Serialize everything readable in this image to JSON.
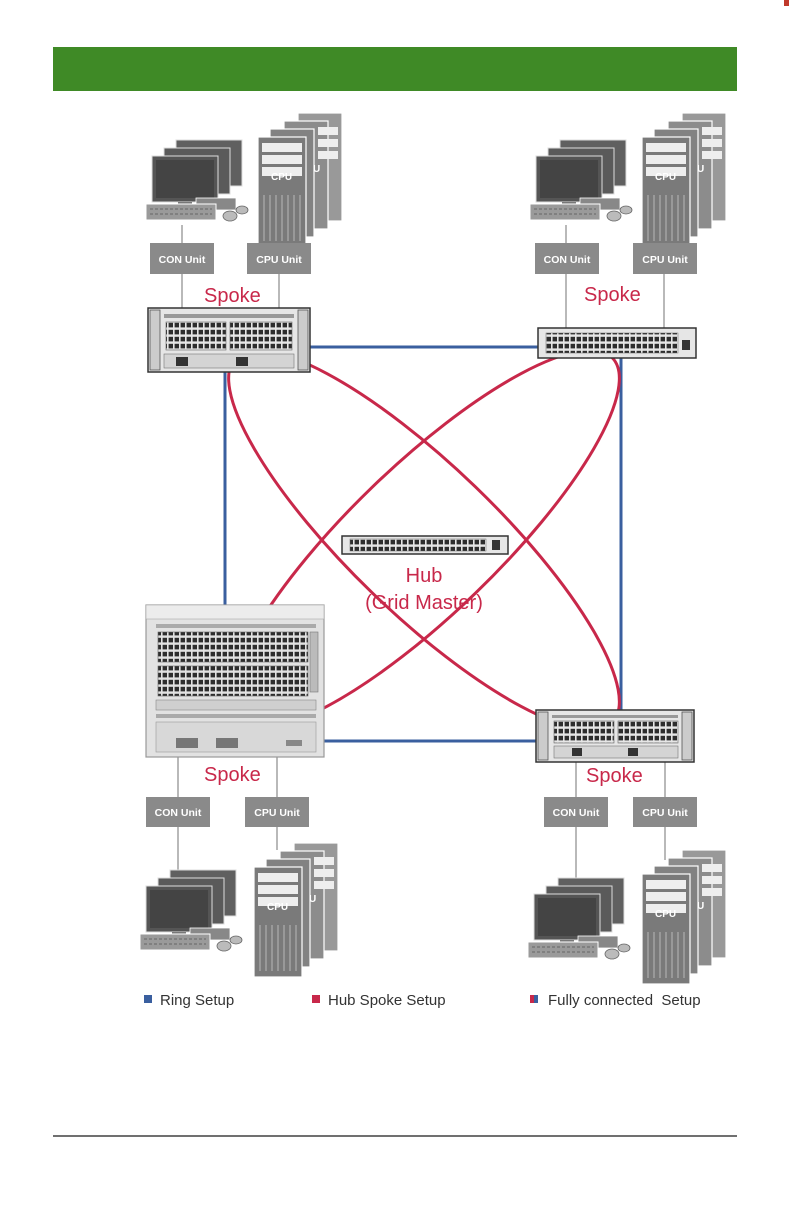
{
  "labels": {
    "con_unit": "CON Unit",
    "cpu_unit": "CPU Unit",
    "cpu": "CPU",
    "u": "U",
    "spoke": "Spoke",
    "hub_line1": "Hub",
    "hub_line2": "(Grid Master)"
  },
  "legend": [
    {
      "label": "Ring Setup",
      "color": "#3a5f9f"
    },
    {
      "label": "Hub Spoke Setup",
      "color": "#c8284a"
    },
    {
      "label": "Fully connected  Setup",
      "colors": [
        "#c8284a",
        "#3a5f9f"
      ]
    }
  ],
  "colors": {
    "header": "#3f8a26",
    "ring": "#3a5f9f",
    "hub_spoke": "#c8284a",
    "unit_box": "#8a8a8a",
    "footer_line": "#707070"
  }
}
